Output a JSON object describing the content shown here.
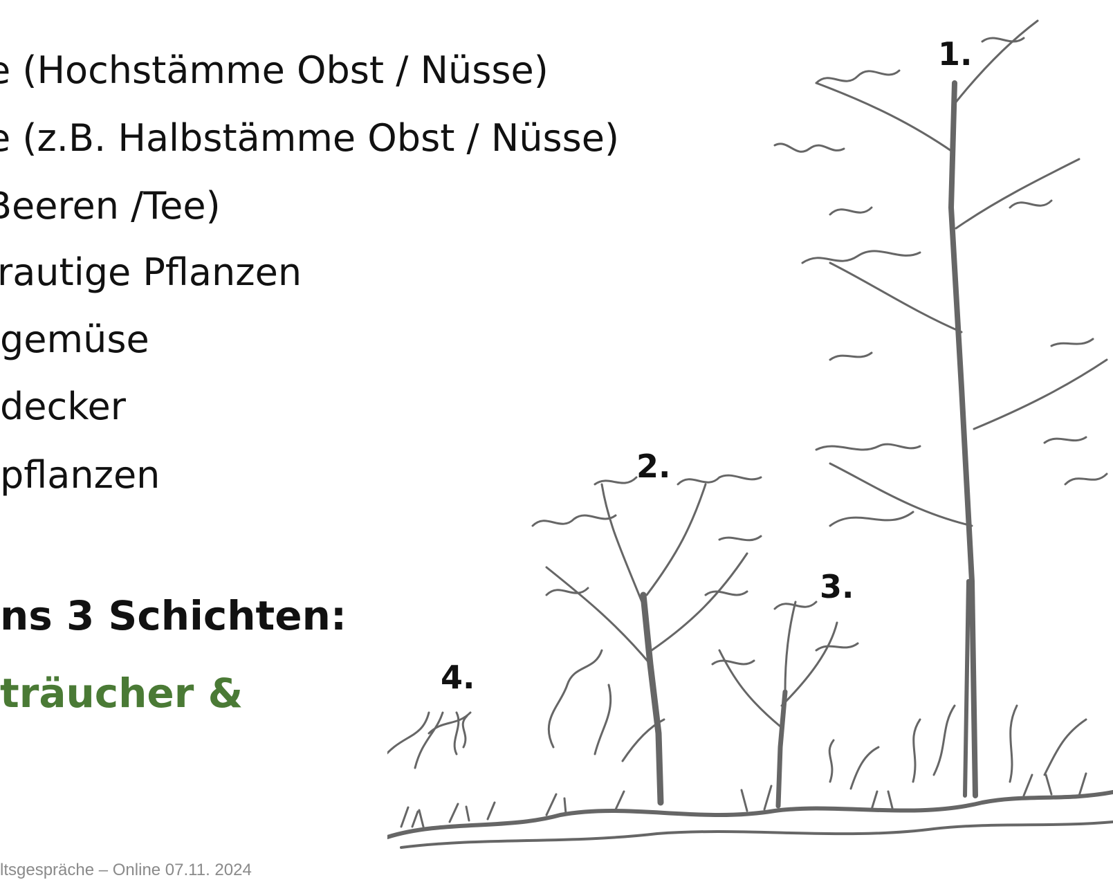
{
  "layers": [
    "e (Hochstämme Obst / Nüsse)",
    "e (z.B. Halbstämme Obst / Nüsse)",
    "Beeren /Tee)",
    "rautige Pflanzen",
    "gemüse",
    "decker",
    "pflanzen"
  ],
  "summary": {
    "heading": "ns 3 Schichten:",
    "green_text": "träucher &",
    "green_color": "#4a7a35"
  },
  "markers": {
    "one": "1.",
    "two": "2.",
    "three": "3.",
    "four": "4."
  },
  "footer": "ltsgespräche – Online 07.11. 2024"
}
